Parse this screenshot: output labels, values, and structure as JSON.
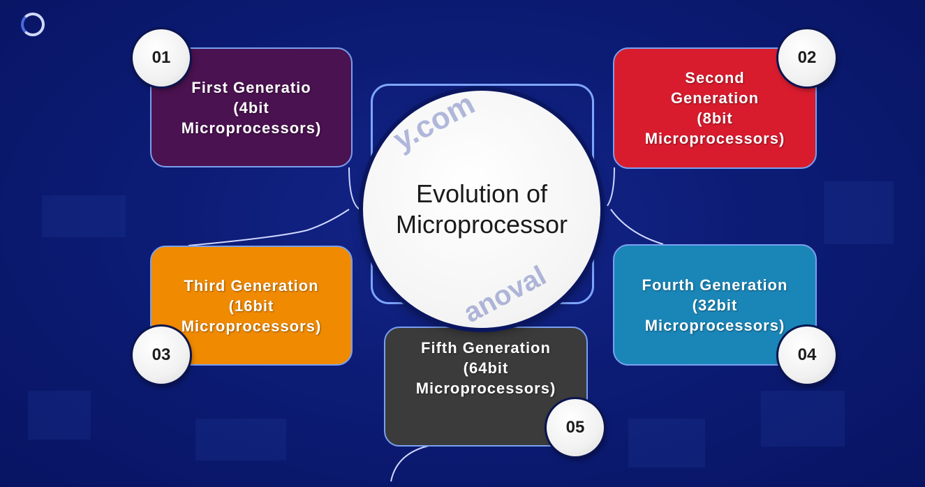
{
  "logo": {
    "text": ""
  },
  "center": {
    "line1": "Evolution of",
    "line2": "Microprocessor"
  },
  "watermark": {
    "top": "y.com",
    "bottom": "anoval"
  },
  "generations": [
    {
      "number": "01",
      "lines": [
        "First  Generatio",
        "(4bit",
        "Microprocessors)"
      ],
      "color": "#4a1250"
    },
    {
      "number": "02",
      "lines": [
        "Second",
        "Generation",
        "(8bit",
        "Microprocessors)"
      ],
      "color": "#d81c2e"
    },
    {
      "number": "03",
      "lines": [
        "Third  Generation",
        "(16bit",
        "Microprocessors)"
      ],
      "color": "#f08a00"
    },
    {
      "number": "04",
      "lines": [
        "Fourth  Generation",
        "(32bit",
        "Microprocessors)"
      ],
      "color": "#1a86b8"
    },
    {
      "number": "05",
      "lines": [
        "Fifth  Generation",
        "(64bit",
        "Microprocessors)"
      ],
      "color": "#3b3b3b"
    }
  ]
}
